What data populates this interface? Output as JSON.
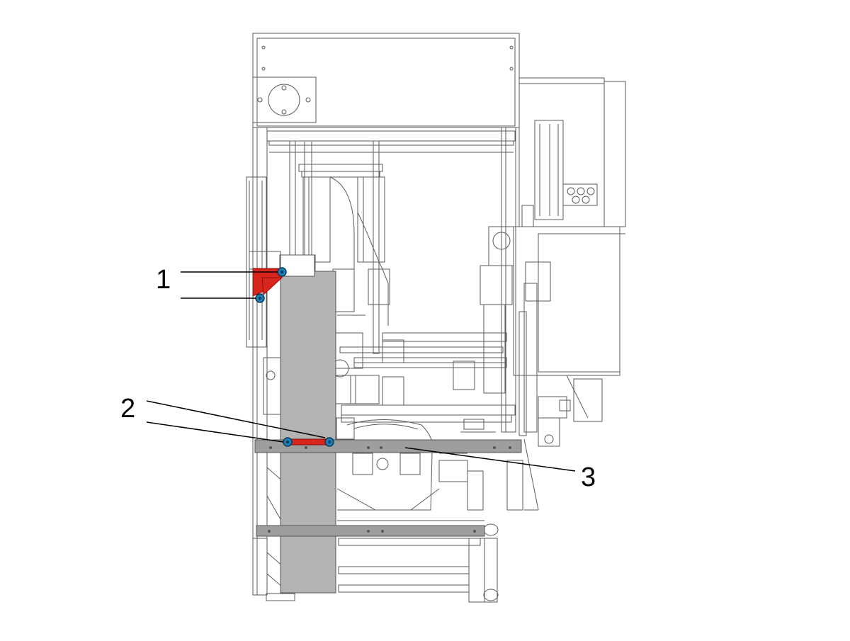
{
  "diagram": {
    "callouts": [
      {
        "id": "c1",
        "label": "1"
      },
      {
        "id": "c2",
        "label": "2"
      },
      {
        "id": "c3",
        "label": "3"
      }
    ],
    "colors": {
      "line": "#5a5a5a",
      "highlight": "#d9261c",
      "column": "#b3b3b3",
      "rail": "#9e9e9e",
      "pin": "#1e7db0",
      "pin_ring": "#0b3c5d",
      "background": "#ffffff"
    }
  }
}
